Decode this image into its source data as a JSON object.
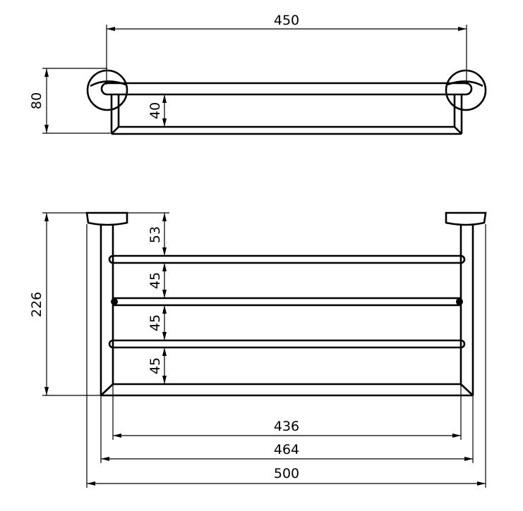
{
  "top_view": {
    "width_label": "450",
    "depth_label": "80",
    "shelf_height_label": "40"
  },
  "front_view": {
    "height_label": "226",
    "top_gap_label": "53",
    "rail_spacing_labels": [
      "45",
      "45",
      "45"
    ],
    "inner_width_label": "436",
    "shelf_width_label": "464",
    "overall_width_label": "500"
  }
}
